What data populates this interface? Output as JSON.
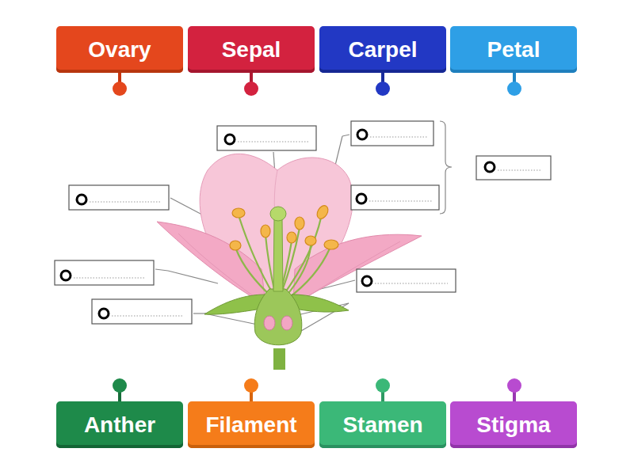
{
  "diagram": {
    "nodes": [
      {
        "text": [
          "Ovary"
        ]
      },
      {
        "text": [
          "Sepal"
        ]
      },
      {
        "text": [
          "Carpel"
        ]
      },
      {
        "text": [
          "Petal"
        ]
      },
      {
        "text": [
          "Anther"
        ]
      },
      {
        "text": [
          "Filament"
        ]
      },
      {
        "text": [
          "Stamen"
        ]
      },
      {
        "text": [
          "Stigma"
        ]
      }
    ]
  }
}
